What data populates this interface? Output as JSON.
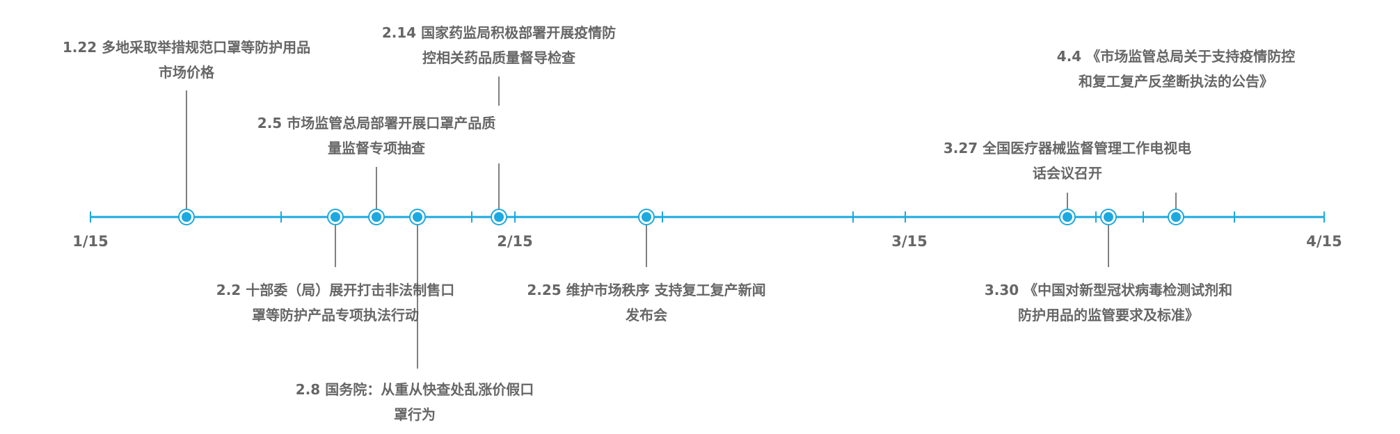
{
  "timeline": {
    "accent_color": "#1ba9df",
    "text_color": "#666666",
    "axis_labels": [
      "1/15",
      "2/15",
      "3/15",
      "4/15"
    ],
    "events": [
      {
        "id": "1-22",
        "lines": [
          "1.22 多地采取举措规范口罩等防护用品",
          "市场价格"
        ]
      },
      {
        "id": "2-2",
        "lines": [
          "2.2 十部委（局）展开打击非法制售口",
          "罩等防护产品专项执法行动"
        ]
      },
      {
        "id": "2-5",
        "lines": [
          "2.5 市场监管总局部署开展口罩产品质",
          "量监督专项抽查"
        ]
      },
      {
        "id": "2-8",
        "lines": [
          "2.8 国务院：从重从快查处乱涨价假口",
          "罩行为"
        ]
      },
      {
        "id": "2-14",
        "lines": [
          "2.14 国家药监局积极部署开展疫情防",
          "控相关药品质量督导检查"
        ]
      },
      {
        "id": "2-25",
        "lines": [
          "2.25 维护市场秩序 支持复工复产新闻",
          "发布会"
        ]
      },
      {
        "id": "3-27",
        "lines": [
          "3.27 全国医疗器械监督管理工作电视电",
          "话会议召开"
        ]
      },
      {
        "id": "3-30",
        "lines": [
          "3.30 《中国对新型冠状病毒检测试剂和",
          "防护用品的监管要求及标准》"
        ]
      },
      {
        "id": "4-4",
        "lines": [
          "4.4 《市场监管总局关于支持疫情防控",
          "和复工复产反垄断执法的公告》"
        ]
      }
    ]
  }
}
